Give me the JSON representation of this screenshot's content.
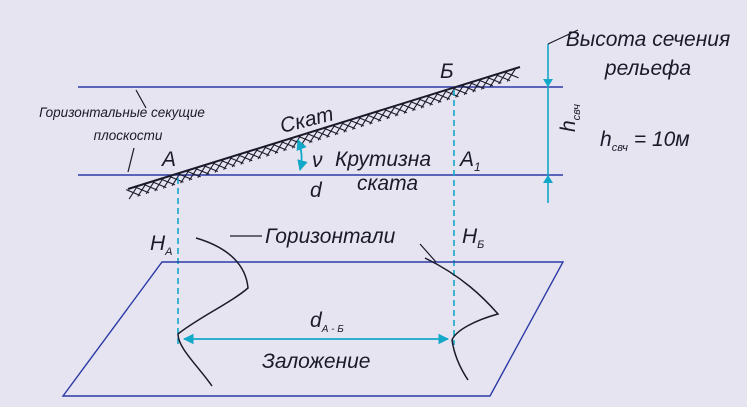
{
  "labels": {
    "relief_height_title_1": "Высота сечения",
    "relief_height_title_2": "рельефа",
    "horizontal_planes_1": "Горизонтальные секущие",
    "horizontal_planes_2": "плоскости",
    "slope": "Скат",
    "point_a": "А",
    "point_b": "Б",
    "point_a1": "А",
    "point_a1_sub": "1",
    "nu": "ν",
    "steepness_1": "Крутизна",
    "steepness_2": "ската",
    "d": "d",
    "h_main": "h",
    "h_sub": "свч",
    "formula_main": "h",
    "formula_sub": "свч",
    "formula_rest": " = 10м",
    "ha_main": "Н",
    "ha_sub": "А",
    "hb_main": "Н",
    "hb_sub": "Б",
    "contours": "Горизонтали",
    "dab_main": "d",
    "dab_sub": "А - Б",
    "laying": "Заложение"
  },
  "colors": {
    "background": "#e6e4f1",
    "lines": "#2b3aa6",
    "cyan": "#12a8c8",
    "ink": "#1a1a2a"
  }
}
